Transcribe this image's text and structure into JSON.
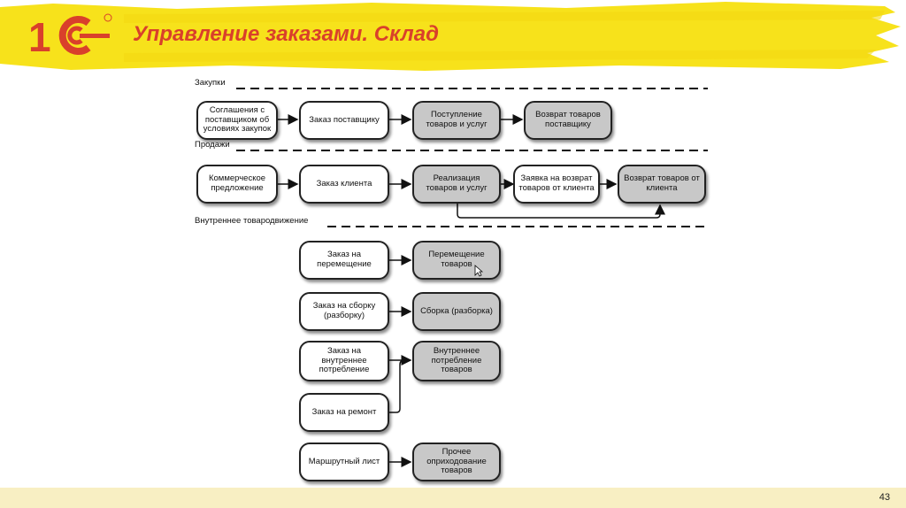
{
  "slide": {
    "title": "Управление заказами. Склад",
    "page_number": "43",
    "brand_color": "#d9402b",
    "banner_color": "#f7e21b"
  },
  "logo": {
    "text": "1С",
    "icon": "1c-logo-icon"
  },
  "sections": {
    "purchases": "Закупки",
    "sales": "Продажи",
    "internal": "Внутреннее товародвижение"
  },
  "nodes": {
    "supplier_agreement": "Соглашения с поставщиком об условиях закупок",
    "supplier_order": "Заказ поставщику",
    "goods_receipt": "Поступление товаров и услуг",
    "return_to_supplier": "Возврат товаров поставщику",
    "commercial_offer": "Коммерческое предложение",
    "customer_order": "Заказ клиента",
    "sales_realization": "Реализация товаров и услуг",
    "return_request": "Заявка на возврат товаров от клиента",
    "customer_return": "Возврат товаров от клиента",
    "transfer_order": "Заказ на перемещение",
    "transfer": "Перемещение товаров",
    "assembly_order": "Заказ на сборку (разборку)",
    "assembly": "Сборка (разборка)",
    "internal_consumption_order": "Заказ на внутреннее потребление",
    "internal_consumption": "Внутреннее потребление товаров",
    "repair_order": "Заказ на ремонт",
    "route_sheet": "Маршрутный лист",
    "other_receipt": "Прочее оприходование товаров"
  }
}
